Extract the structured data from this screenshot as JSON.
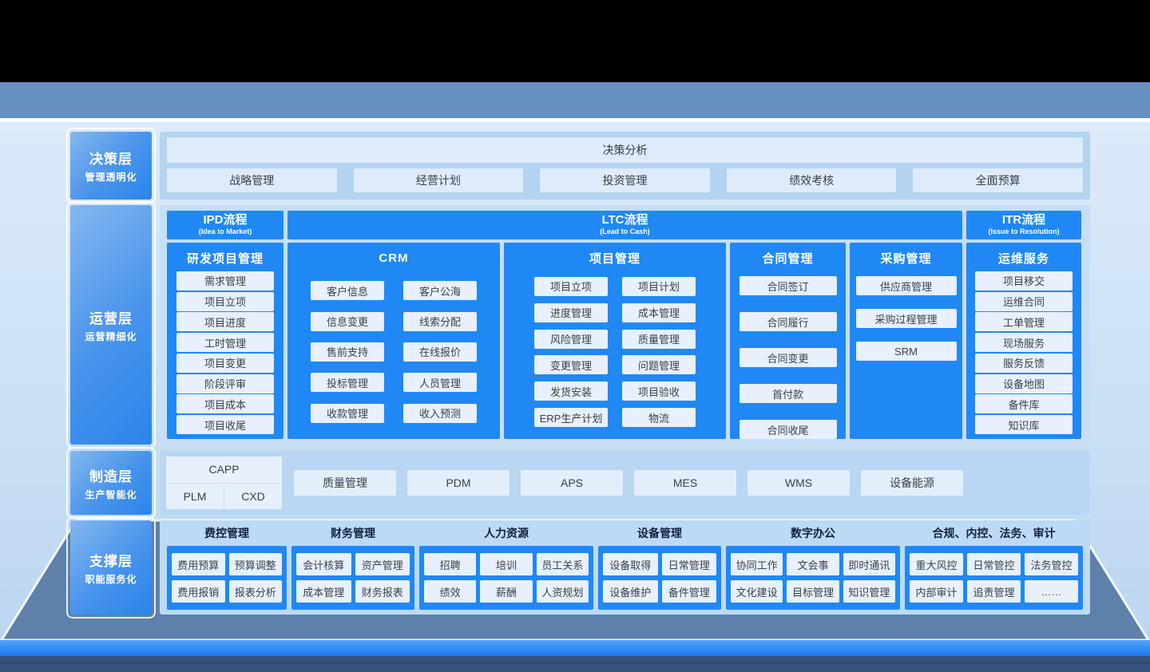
{
  "colors": {
    "top_bar": "#000000",
    "steel_bar": "#6691c2",
    "accent_blue": "#2088f4",
    "panel_blue": "#c6def6",
    "chip_light": "#e7f0fc",
    "label_gradient_start": "#85b7ee",
    "label_gradient_end": "#2b85ea",
    "platform_steel": "#5d81aa",
    "bottom_band_blue": "#1c79ef",
    "bottom_band_navy": "#36517d"
  },
  "layers": {
    "decision": {
      "label": "决策层",
      "sublabel": "管理透明化",
      "banner": "决策分析",
      "items": [
        "战略管理",
        "经营计划",
        "投资管理",
        "绩效考核",
        "全面预算"
      ]
    },
    "operations": {
      "label": "运营层",
      "sublabel": "运营精细化",
      "processes": [
        {
          "title": "IPD流程",
          "subtitle": "(Idea to Market)",
          "span": 1
        },
        {
          "title": "LTC流程",
          "subtitle": "(Lead to Cash)",
          "span": 4
        },
        {
          "title": "ITR流程",
          "subtitle": "(Issue to Resolution)",
          "span": 1
        }
      ],
      "columns": [
        {
          "title": "研发项目管理",
          "items": [
            "需求管理",
            "项目立项",
            "项目进度",
            "工时管理",
            "项目变更",
            "阶段评审",
            "项目成本",
            "项目收尾"
          ]
        },
        {
          "title": "CRM",
          "rows": [
            [
              "客户信息",
              "客户公海"
            ],
            [
              "信息变更",
              "线索分配"
            ],
            [
              "售前支持",
              "在线报价"
            ],
            [
              "投标管理",
              "人员管理"
            ],
            [
              "收款管理",
              "收入预测"
            ]
          ]
        },
        {
          "title": "项目管理",
          "rows": [
            [
              "项目立项",
              "项目计划"
            ],
            [
              "进度管理",
              "成本管理"
            ],
            [
              "风险管理",
              "质量管理"
            ],
            [
              "变更管理",
              "问题管理"
            ],
            [
              "发货安装",
              "项目验收"
            ],
            [
              "ERP生产计划",
              "物流"
            ]
          ]
        },
        {
          "title": "合同管理",
          "items": [
            "合同签订",
            "合同履行",
            "合同变更",
            "首付款",
            "合同收尾"
          ]
        },
        {
          "title": "采购管理",
          "items": [
            "供应商管理",
            "采购过程管理",
            "SRM"
          ]
        },
        {
          "title": "运维服务",
          "items": [
            "项目移交",
            "运维合同",
            "工单管理",
            "现场服务",
            "服务反馈",
            "设备地图",
            "备件库",
            "知识库"
          ]
        }
      ]
    },
    "manufacturing": {
      "label": "制造层",
      "sublabel": "生产智能化",
      "capp_group": {
        "top": "CAPP",
        "bottom": [
          "PLM",
          "CXD"
        ]
      },
      "items": [
        "质量管理",
        "PDM",
        "APS",
        "MES",
        "WMS",
        "设备能源"
      ]
    },
    "support": {
      "label": "支撑层",
      "sublabel": "职能服务化",
      "groups": [
        {
          "title": "费控管理",
          "rows": [
            [
              "费用预算",
              "预算调整"
            ],
            [
              "费用报销",
              "报表分析"
            ]
          ]
        },
        {
          "title": "财务管理",
          "rows": [
            [
              "会计核算",
              "资产管理"
            ],
            [
              "成本管理",
              "财务报表"
            ]
          ]
        },
        {
          "title": "人力资源",
          "rows": [
            [
              "招聘",
              "培训",
              "员工关系"
            ],
            [
              "绩效",
              "薪酬",
              "人资规划"
            ]
          ]
        },
        {
          "title": "设备管理",
          "rows": [
            [
              "设备取得",
              "日常管理"
            ],
            [
              "设备维护",
              "备件管理"
            ]
          ]
        },
        {
          "title": "数字办公",
          "rows": [
            [
              "协同工作",
              "文会事",
              "即时通讯"
            ],
            [
              "文化建设",
              "目标管理",
              "知识管理"
            ]
          ]
        },
        {
          "title": "合规、内控、法务、审计",
          "rows": [
            [
              "重大风控",
              "日常管控",
              "法务管控"
            ],
            [
              "内部审计",
              "追责管理",
              "……"
            ]
          ]
        }
      ]
    }
  }
}
